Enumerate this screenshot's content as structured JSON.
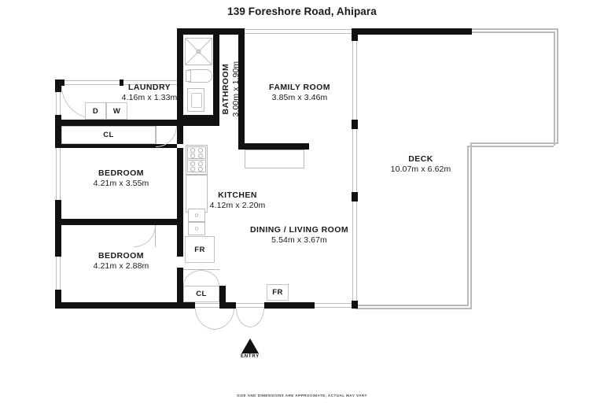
{
  "header": {
    "title": "139 Foreshore Road, Ahipara"
  },
  "footer": {
    "disclaimer": "SIZE AND DIMENSIONS ARE APPROXIMATE, ACTUAL MAY VARY"
  },
  "entry": {
    "label": "ENTRY"
  },
  "rooms": [
    {
      "key": "laundry",
      "name": "LAUNDRY",
      "dims": "4.16m x 1.33m"
    },
    {
      "key": "bathroom",
      "name": "BATHROOM",
      "dims": "3.00m x 1.90m"
    },
    {
      "key": "family",
      "name": "FAMILY ROOM",
      "dims": "3.85m x 3.46m"
    },
    {
      "key": "deck",
      "name": "DECK",
      "dims": "10.07m x 6.62m"
    },
    {
      "key": "bed1",
      "name": "BEDROOM",
      "dims": "4.21m x 3.55m"
    },
    {
      "key": "bed2",
      "name": "BEDROOM",
      "dims": "4.21m x 2.88m"
    },
    {
      "key": "kitchen",
      "name": "KITCHEN",
      "dims": "4.12m x 2.20m"
    },
    {
      "key": "dining",
      "name": "DINING / LIVING ROOM",
      "dims": "5.54m x 3.67m"
    }
  ],
  "fixtures": {
    "dryer": "D",
    "washer": "W",
    "closet_bed1": "CL",
    "closet_hall": "CL",
    "fridge_kitchen": "FR",
    "fridge_dining": "FR"
  },
  "colors": {
    "wall": "#111111",
    "line": "#bdbdbd",
    "background": "#ffffff",
    "text": "#1b1b1b"
  }
}
